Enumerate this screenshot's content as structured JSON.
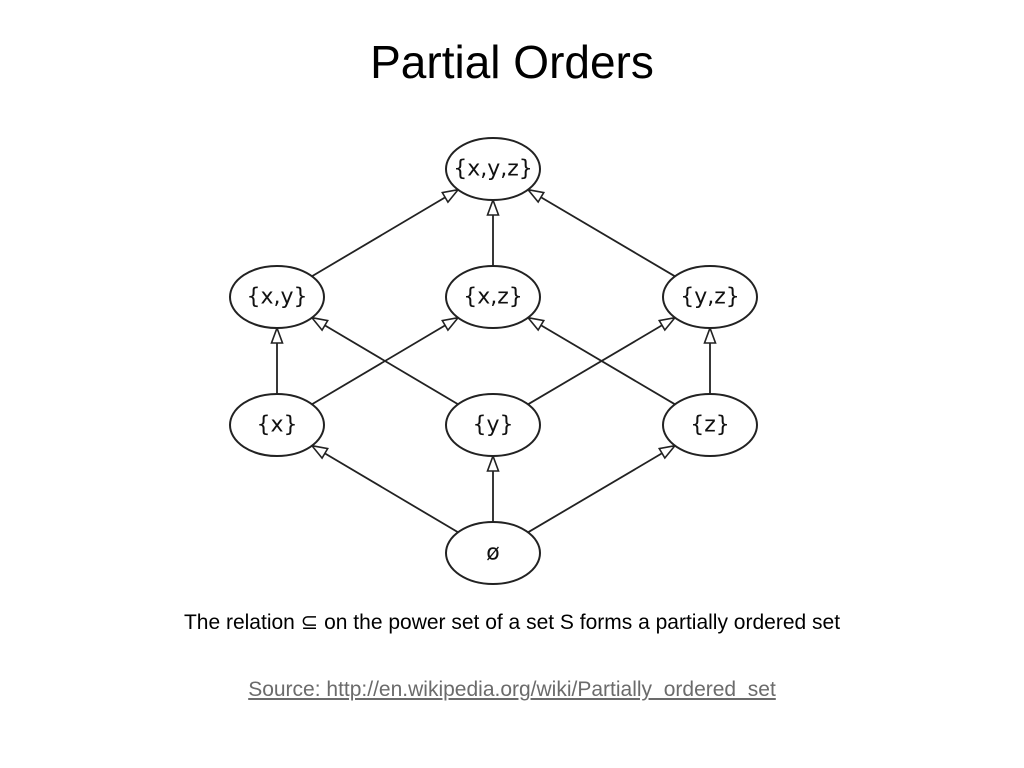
{
  "title": "Partial Orders",
  "diagram": {
    "nodes": [
      {
        "id": "xyz",
        "label": "{x,y,z}"
      },
      {
        "id": "xy",
        "label": "{x,y}"
      },
      {
        "id": "xz",
        "label": "{x,z}"
      },
      {
        "id": "yz",
        "label": "{y,z}"
      },
      {
        "id": "x",
        "label": "{x}"
      },
      {
        "id": "y",
        "label": "{y}"
      },
      {
        "id": "z",
        "label": "{z}"
      },
      {
        "id": "empty",
        "label": "ø"
      }
    ],
    "edges": [
      {
        "from": "xy",
        "to": "xyz"
      },
      {
        "from": "xz",
        "to": "xyz"
      },
      {
        "from": "yz",
        "to": "xyz"
      },
      {
        "from": "x",
        "to": "xy"
      },
      {
        "from": "x",
        "to": "xz"
      },
      {
        "from": "y",
        "to": "xy"
      },
      {
        "from": "y",
        "to": "yz"
      },
      {
        "from": "z",
        "to": "xz"
      },
      {
        "from": "z",
        "to": "yz"
      },
      {
        "from": "empty",
        "to": "x"
      },
      {
        "from": "empty",
        "to": "y"
      },
      {
        "from": "empty",
        "to": "z"
      }
    ]
  },
  "caption": "The relation ⊆ on the power set of a set S forms a partially ordered set",
  "source": "Source: http://en.wikipedia.org/wiki/Partially_ordered_set"
}
